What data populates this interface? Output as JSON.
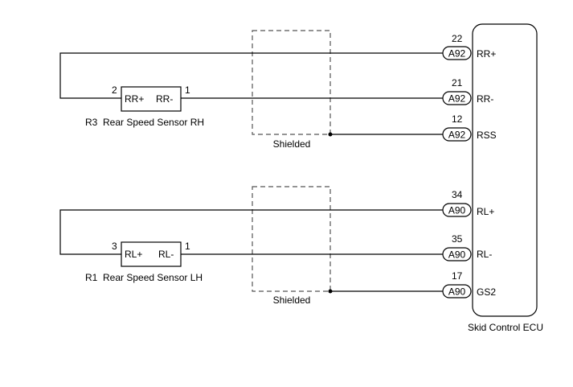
{
  "ecu": {
    "label": "Skid Control ECU"
  },
  "sensors": [
    {
      "ref": "R3",
      "name": "Rear Speed Sensor RH",
      "pin_plus_label": "RR+",
      "pin_minus_label": "RR-",
      "pin_plus_number": "2",
      "pin_minus_number": "1"
    },
    {
      "ref": "R1",
      "name": "Rear Speed Sensor LH",
      "pin_plus_label": "RL+",
      "pin_minus_label": "RL-",
      "pin_plus_number": "3",
      "pin_minus_number": "1"
    }
  ],
  "shields": [
    {
      "label": "Shielded"
    },
    {
      "label": "Shielded"
    }
  ],
  "ecu_terminals": [
    {
      "pin": "22",
      "connector": "A92",
      "signal": "RR+"
    },
    {
      "pin": "21",
      "connector": "A92",
      "signal": "RR-"
    },
    {
      "pin": "12",
      "connector": "A92",
      "signal": "RSS"
    },
    {
      "pin": "34",
      "connector": "A90",
      "signal": "RL+"
    },
    {
      "pin": "35",
      "connector": "A90",
      "signal": "RL-"
    },
    {
      "pin": "17",
      "connector": "A90",
      "signal": "GS2"
    }
  ]
}
